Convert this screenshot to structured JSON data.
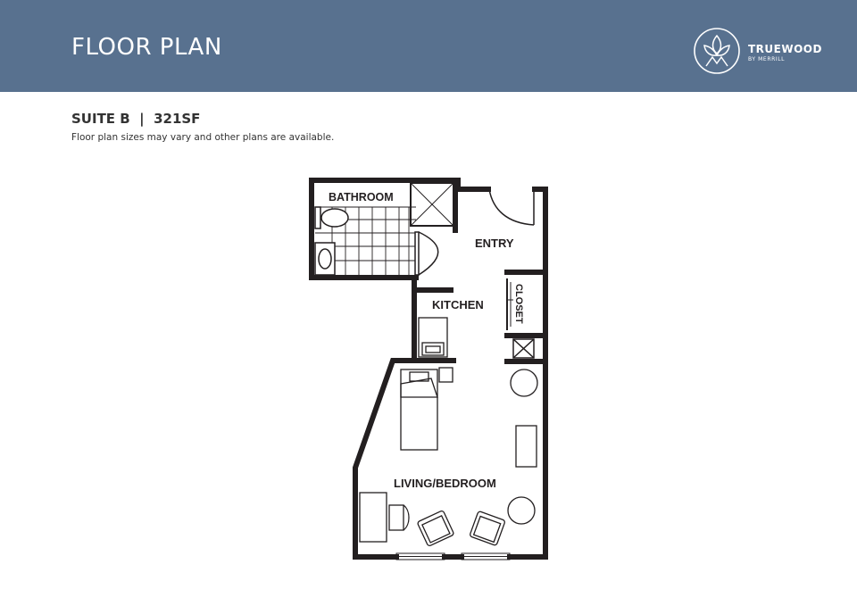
{
  "header": {
    "title": "FLOOR PLAN",
    "brand_name": "TRUEWOOD",
    "brand_sub": "BY MERRILL",
    "background_color": "#58718F"
  },
  "suite": {
    "heading": "SUITE B  |  321SF",
    "note": "Floor plan sizes may vary and other plans are available."
  },
  "plan": {
    "rooms": {
      "bathroom": "BATHROOM",
      "entry": "ENTRY",
      "closet": "CLOSET",
      "kitchen": "KITCHEN",
      "living": "LIVING/BEDROOM"
    }
  }
}
